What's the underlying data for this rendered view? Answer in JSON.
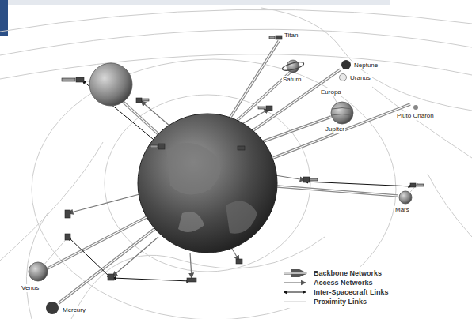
{
  "diagram": {
    "labels": [
      "Titan",
      "Saturn",
      "Neptune",
      "Uranus",
      "Europa",
      "Jupiter",
      "Pluto Charon",
      "Mars",
      "Venus",
      "Mercury"
    ],
    "legend": [
      {
        "text": "Backbone Networks"
      },
      {
        "text": "Access Networks"
      },
      {
        "text": "Inter-Spacecraft Links"
      },
      {
        "text": "Proximity Links"
      }
    ]
  }
}
